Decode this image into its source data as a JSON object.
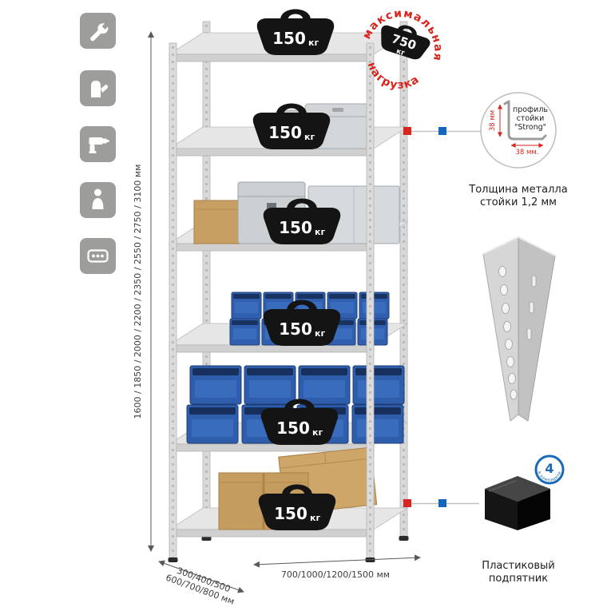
{
  "stamp": {
    "arc_top": "максимальная",
    "arc_bottom": "нагрузка",
    "weight_value": "750",
    "weight_unit": "кг"
  },
  "shelves": [
    {
      "load_value": "150",
      "load_unit": "кг"
    },
    {
      "load_value": "150",
      "load_unit": "кг"
    },
    {
      "load_value": "150",
      "load_unit": "кг"
    },
    {
      "load_value": "150",
      "load_unit": "кг"
    },
    {
      "load_value": "150",
      "load_unit": "кг"
    },
    {
      "load_value": "150",
      "load_unit": "кг"
    }
  ],
  "dimensions": {
    "height": "1600 / 1850 / 2000 / 2200 / 2350 / 2550 / 2750 / 3100 мм",
    "depth_line1": "300/400/500",
    "depth_line2": "600/700/800 мм",
    "width": "700/1000/1200/1500 мм"
  },
  "profile_callout": {
    "label_line1": "профиль",
    "label_line2": "стойки",
    "label_line3": "\"Strong\"",
    "dim_vertical": "38 мм",
    "dim_horizontal": "38 мм.",
    "caption_line1": "Толщина металла",
    "caption_line2": "стойки 1,2 мм"
  },
  "foot_callout": {
    "badge_value": "4",
    "badge_arc": "в комплекте",
    "caption_line1": "Пластиковый",
    "caption_line2": "подпятник"
  },
  "side_icons": [
    {
      "name": "wrench-icon"
    },
    {
      "name": "work-gloves-icon"
    },
    {
      "name": "drill-icon"
    },
    {
      "name": "person-icon"
    },
    {
      "name": "perforated-profile-icon"
    }
  ],
  "colors": {
    "stamp_red": "#d8251d",
    "bin_blue": "#2e5dac",
    "badge_blue": "#1a6ab5",
    "metal_gray": "#d9d9d9",
    "tile_gray": "#9d9d9c",
    "connector_red": "#d8251d",
    "connector_blue": "#1565c0",
    "cardboard": "#c89f63"
  }
}
